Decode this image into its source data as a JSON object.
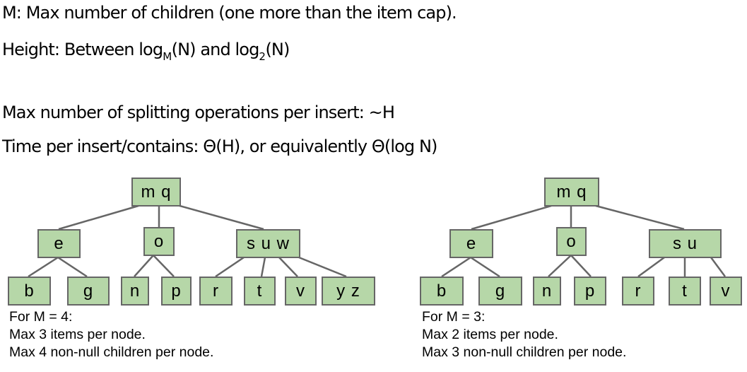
{
  "header": {
    "line1": "M: Max number of children (one more than the item cap).",
    "line2": {
      "prefix": "Height: Between log",
      "sub1": "M",
      "mid": "(N) and log",
      "sub2": "2",
      "suffix": "(N)"
    },
    "line3": "Max number of splitting operations per insert: ~H",
    "line4": "Time per insert/contains: Θ(H), or equivalently Θ(log N)"
  },
  "colors": {
    "node_fill": "#b6d7a8",
    "node_border": "#666666",
    "edge": "#666666"
  },
  "trees": [
    {
      "name": "M4",
      "root": "m q",
      "internal": [
        "e",
        "o",
        "s u w"
      ],
      "leaves": [
        "b",
        "g",
        "n",
        "p",
        "r",
        "t",
        "v",
        "y z"
      ],
      "caption": [
        "For M = 4:",
        "Max 3 items per node.",
        "Max 4 non-null children per node."
      ]
    },
    {
      "name": "M3",
      "root": "m q",
      "internal": [
        "e",
        "o",
        "s u"
      ],
      "leaves": [
        "b",
        "g",
        "n",
        "p",
        "r",
        "t",
        "v"
      ],
      "caption": [
        "For M = 3:",
        "Max 2 items per node.",
        "Max 3 non-null children per node."
      ]
    }
  ]
}
